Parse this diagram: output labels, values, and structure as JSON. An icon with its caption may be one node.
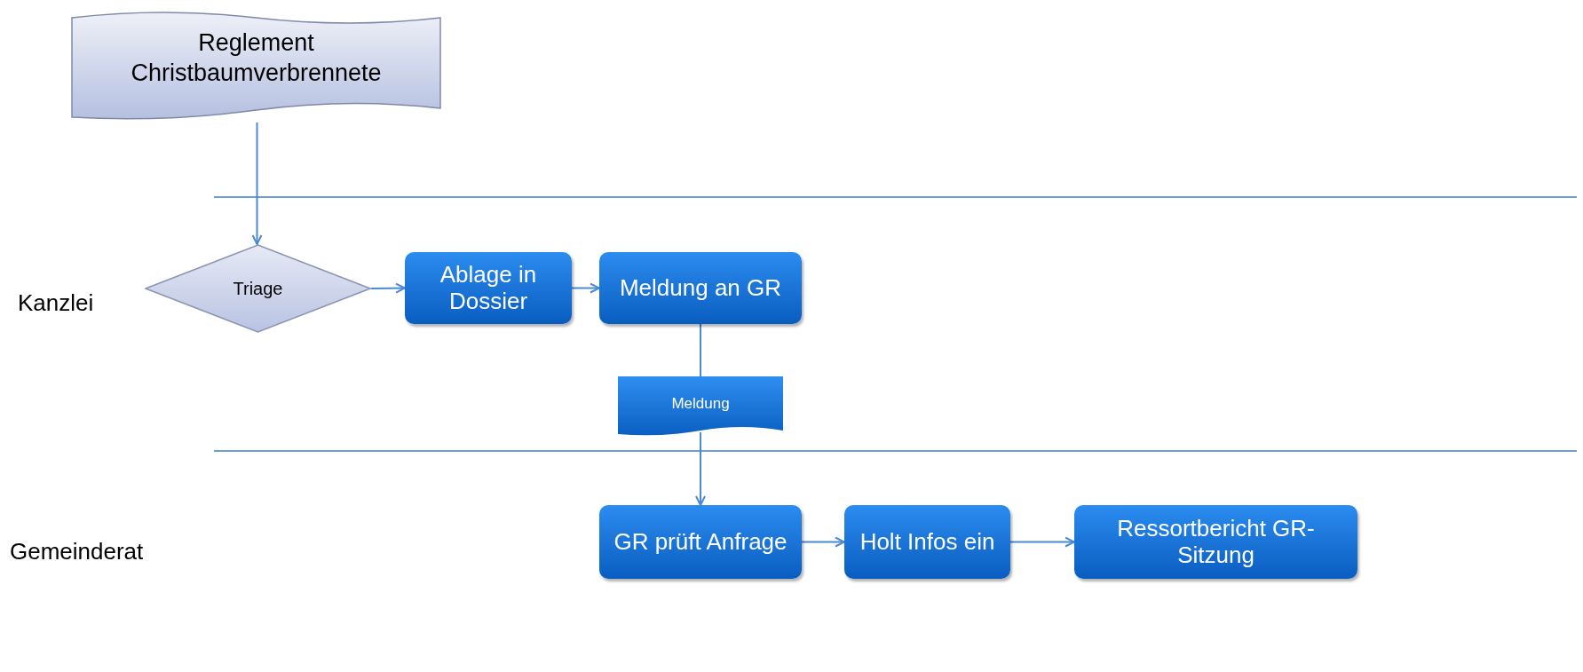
{
  "diagram": {
    "nodes": [
      {
        "text": [
          "Reglement Christbaumverbrennete"
        ]
      },
      {
        "text": [
          "Triage"
        ]
      },
      {
        "text": [
          "Ablage in Dossier"
        ]
      },
      {
        "text": [
          "Meldung an GR"
        ]
      },
      {
        "text": [
          "Meldung"
        ]
      },
      {
        "text": [
          "GR prüft Anfrage"
        ]
      },
      {
        "text": [
          "Holt Infos ein"
        ]
      },
      {
        "text": [
          "Ressortbericht GR-Sitzung"
        ]
      }
    ],
    "edges": [
      {
        "from": 0,
        "to": 1,
        "arrow": "to"
      },
      {
        "from": 1,
        "to": 2,
        "arrow": "to"
      },
      {
        "from": 2,
        "to": 3,
        "arrow": "to"
      },
      {
        "from": 3,
        "to": 4,
        "arrow": "none"
      },
      {
        "from": 4,
        "to": 5,
        "arrow": "to"
      },
      {
        "from": 5,
        "to": 6,
        "arrow": "to"
      },
      {
        "from": 6,
        "to": 7,
        "arrow": "to"
      }
    ],
    "labels": [
      "Kanzlei",
      "Gemeinderat"
    ]
  }
}
